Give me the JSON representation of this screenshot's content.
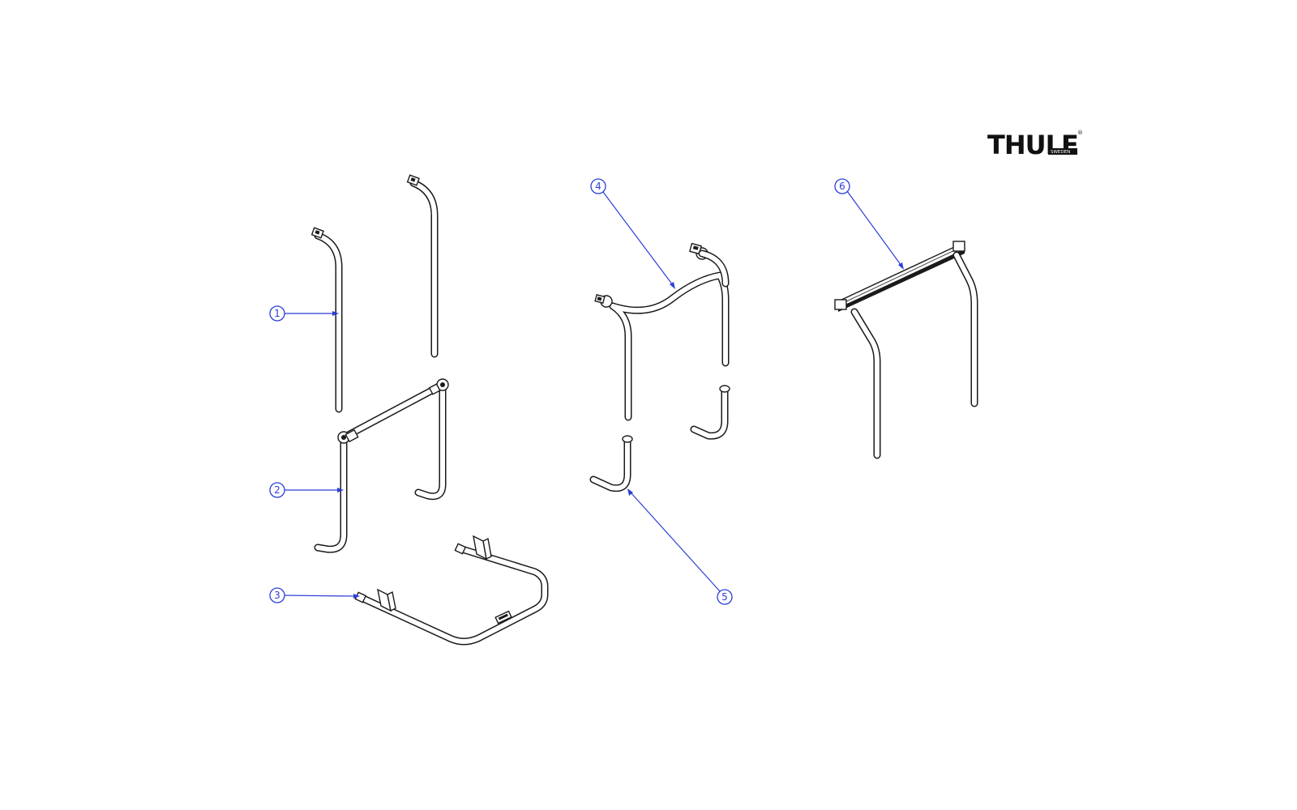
{
  "logo": {
    "brand": "THULE",
    "sub": "SWEDEN",
    "reg": "®"
  },
  "callouts": [
    {
      "id": "callout-1",
      "label": "1"
    },
    {
      "id": "callout-2",
      "label": "2"
    },
    {
      "id": "callout-3",
      "label": "3"
    },
    {
      "id": "callout-4",
      "label": "4"
    },
    {
      "id": "callout-5",
      "label": "5"
    },
    {
      "id": "callout-6",
      "label": "6"
    }
  ],
  "colors": {
    "callout": "#2b3fd6",
    "line": "#1a1a1a",
    "background": "#ffffff"
  }
}
